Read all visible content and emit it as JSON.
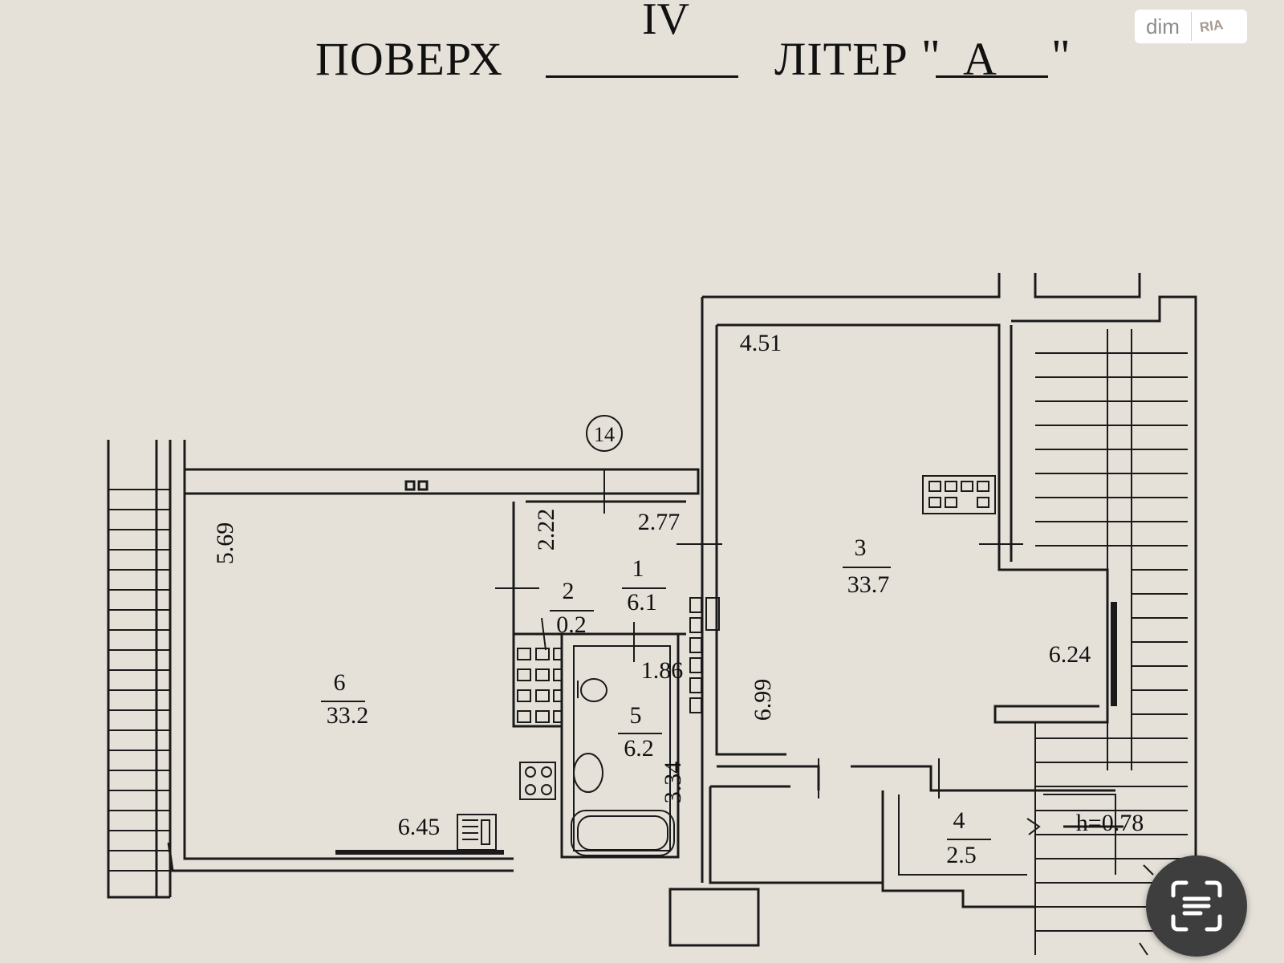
{
  "header": {
    "floor_number": "IV",
    "floor_label": "ПОВЕРХ",
    "liter_label": "ЛІТЕР",
    "liter_open_quote": "\"",
    "liter_value": "А",
    "liter_close_quote": "\""
  },
  "watermark": {
    "text": "dim",
    "logo": "RIA"
  },
  "plan": {
    "axis_marker": "14",
    "rooms": [
      {
        "number": "1",
        "area": "6.1"
      },
      {
        "number": "2",
        "area": "0.2"
      },
      {
        "number": "3",
        "area": "33.7"
      },
      {
        "number": "4",
        "area": "2.5"
      },
      {
        "number": "5",
        "area": "6.2"
      },
      {
        "number": "6",
        "area": "33.2"
      }
    ],
    "dimensions": [
      "4.51",
      "5.69",
      "2.22",
      "2.77",
      "1.86",
      "3.34",
      "6.45",
      "6.99",
      "6.24"
    ],
    "height_note": "h=0.78"
  },
  "scan_button": {
    "icon": "document-scan-icon"
  }
}
